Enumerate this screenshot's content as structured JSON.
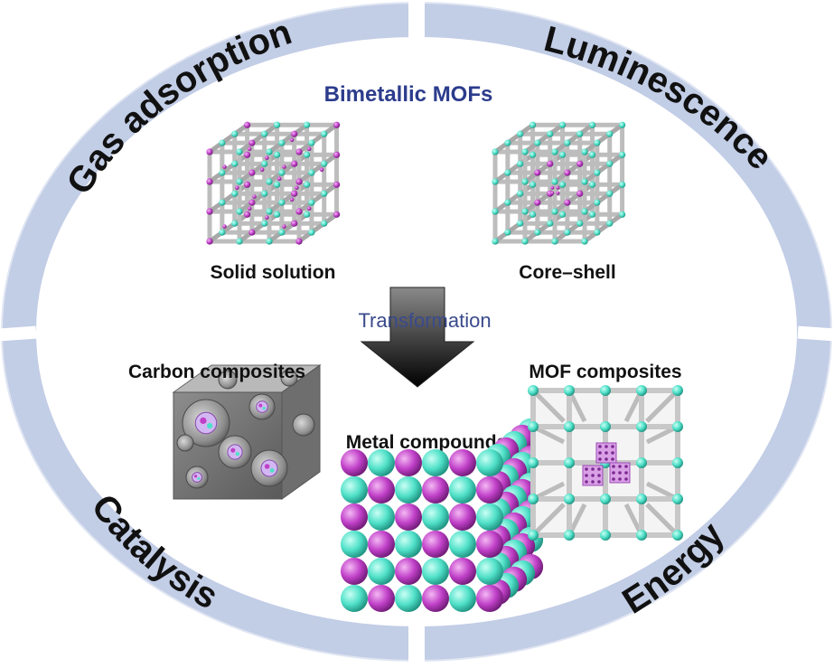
{
  "ring": {
    "top_left": "Gas adsorption",
    "top_right": "Luminescence",
    "bottom_left": "Catalysis",
    "bottom_right": "Energy"
  },
  "title": "Bimetallic MOFs",
  "labels": {
    "solid_solution": "Solid solution",
    "core_shell": "Core–shell",
    "transformation": "Transformation",
    "carbon_composites": "Carbon composites",
    "metal_compounds": "Metal compounds",
    "mof_composites": "MOF composites"
  },
  "colors": {
    "ring": "#c2cde6",
    "title": "#2c3c8c",
    "transformation": "#3a4a8c",
    "node_cyan": "#4fe0c8",
    "node_magenta": "#c040c8",
    "rod": "#c8c8c8",
    "carbon": "#7a7a7a",
    "arrow": "#111111"
  }
}
